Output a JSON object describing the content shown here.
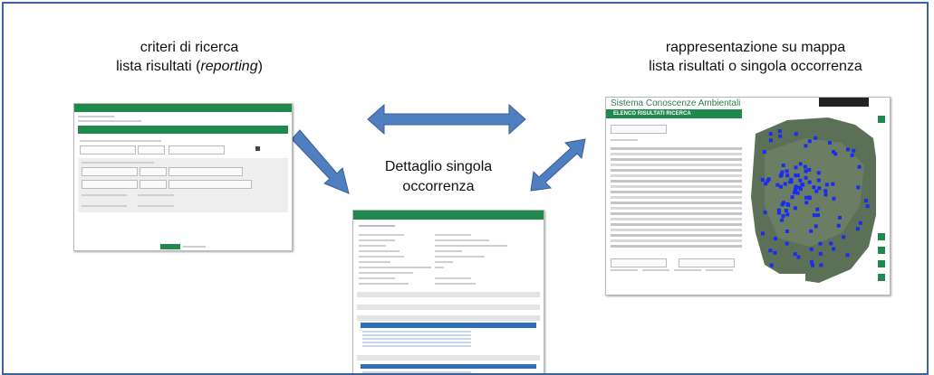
{
  "captions": {
    "left_line1": "criteri di ricerca",
    "left_line2_prefix": "lista risultati (",
    "left_line2_italic": "reporting",
    "left_line2_suffix": ")",
    "right_line1": "rappresentazione su mappa",
    "right_line2": "lista risultati o singola occorrenza",
    "middle_line1": "Dettaglio singola",
    "middle_line2": "occorrenza"
  },
  "map_screenshot": {
    "app_title": "Sistema Conoscenze Ambientali",
    "panel_title": "ELENCO RISULTATI RICERCA"
  },
  "colors": {
    "frame_border": "#3a63a4",
    "arrow_fill": "#4f7fc1",
    "arrow_stroke": "#3a5f95",
    "app_green": "#1f8a4c",
    "map_point": "#1a2cf0"
  }
}
